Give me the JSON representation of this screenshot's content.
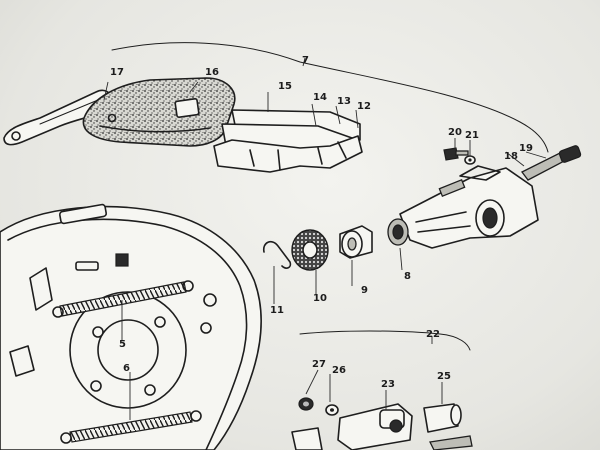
{
  "callouts": {
    "c7": "7",
    "c17": "17",
    "c16": "16",
    "c15": "15",
    "c14": "14",
    "c13": "13",
    "c12": "12",
    "c20": "20",
    "c21": "21",
    "c19": "19",
    "c18": "18",
    "c10": "10",
    "c9": "9",
    "c8": "8",
    "c11": "11",
    "c5": "5",
    "c6": "6",
    "c22": "22",
    "c27": "27",
    "c26": "26",
    "c23": "23",
    "c25": "25"
  },
  "colors": {
    "paper": "#e9e9e4",
    "ink": "#1e1e1e",
    "lining": "#3a3a3a"
  }
}
